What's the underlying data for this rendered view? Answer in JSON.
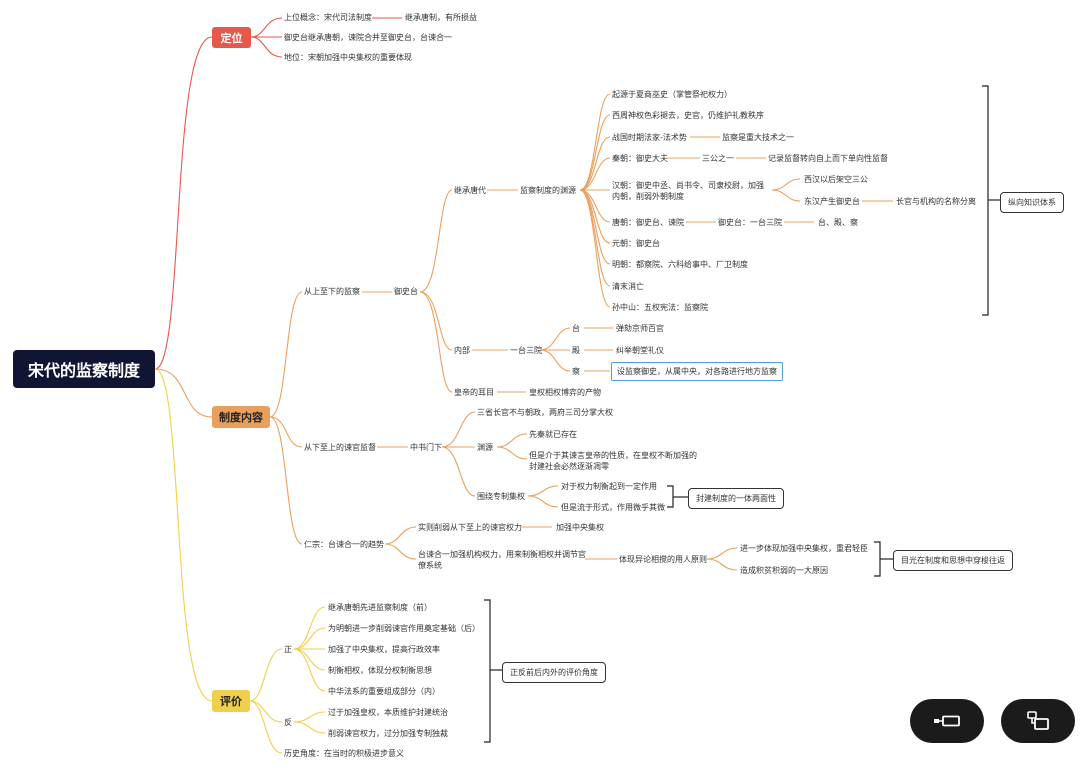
{
  "root": "宋代的监察制度",
  "sections": {
    "positioning": {
      "label": "定位",
      "items": [
        "上位概念：宋代司法制度",
        "继承唐制，有所损益",
        "御史台继承唐朝，谏院合并至御史台，台谏合一",
        "地位：宋朝加强中央集权的重要体现"
      ]
    },
    "content": {
      "label": "制度内容",
      "top_down": "从上至下的监察",
      "censorate": "御史台",
      "inherit_tang": "继承唐代",
      "origin": "监察制度的渊源",
      "history": [
        "起源于夏商巫史（掌管祭祀权力）",
        "西周神权色彩褪去，史官，仍维护礼教秩序",
        "战国时期法家-法术势",
        "监察是重大技术之一",
        "秦朝：御史大夫",
        "三公之一",
        "记录监督转向自上而下单向性监督",
        "汉朝：御史中丞、尚书令、司隶校尉，加强内朝，削弱外朝制度",
        "西汉以后架空三公",
        "东汉产生御史台",
        "长官与机构的名称分离",
        "唐朝：御史台、谏院",
        "御史台：一台三院",
        "台、殿、察",
        "元朝：御史台",
        "明朝：都察院、六科给事中、厂卫制度",
        "清末消亡",
        "孙中山：五权宪法：监察院"
      ],
      "internal": "内部",
      "one_platform": "一台三院",
      "courts": [
        {
          "name": "台",
          "desc": "弹劾京师百官"
        },
        {
          "name": "殿",
          "desc": "纠举朝堂礼仪"
        },
        {
          "name": "察",
          "desc": "设监察御史，从属中央，对各路进行地方监察"
        }
      ],
      "emperor_eyes": "皇帝的耳目",
      "emperor_eyes_desc": "皇权相权博弈的产物",
      "bottom_up": "从下至上的谏官监督",
      "zhongshu": "中书门下",
      "three_provinces": "三省长官不与朝政，两府三司分掌大权",
      "source": "渊源",
      "pre_qin": "先秦就已存在",
      "between_1": "但是介于其谏言皇帝的性质，在皇权不断加强的",
      "between_2": "封建社会必然逐渐凋零",
      "around_autocracy": "围绕专制集权",
      "checks": "对于权力制衡起到一定作用",
      "formality": "但是流于形式，作用微乎其微",
      "feudal_duality": "封建制度的一体两面性",
      "renzong": "仁宗：台谏合一的趋势",
      "weaken": "实则削弱从下至上的谏官权力",
      "strengthen": "加强中央集权",
      "merge_1": "台谏合一加强机构权力，用来制衡相权并调节官",
      "merge_2": "僚系统",
      "reflect": "体现异论相搅的用人原则",
      "further": "进一步体现加强中央集权，重君轻臣",
      "accum": "造成积贫积弱的一大原因",
      "vertical": "纵向知识体系",
      "institution_thought": "目光在制度和思想中穿梭往返"
    },
    "evaluation": {
      "label": "评价",
      "positive": "正",
      "pos_items": [
        "继承唐朝先进监察制度（前）",
        "为明朝进一步削弱谏官作用奠定基础（后）",
        "加强了中央集权，提高行政效率",
        "制衡相权，体现分权制衡思想",
        "中华法系的重要组成部分（内）"
      ],
      "negative": "反",
      "neg_items": [
        "过于加强皇权，本质维护封建统治",
        "削弱谏官权力，过分加强专制独裁"
      ],
      "historical": "历史角度：在当时的积极进步意义",
      "angle": "正反前后内外的评价角度"
    }
  },
  "colors": {
    "red": "#e6584a",
    "orange": "#e9a05c",
    "yellow": "#f1cf4a",
    "root": "#0f1533"
  },
  "controls": [
    "collapse-icon",
    "layout-icon"
  ]
}
